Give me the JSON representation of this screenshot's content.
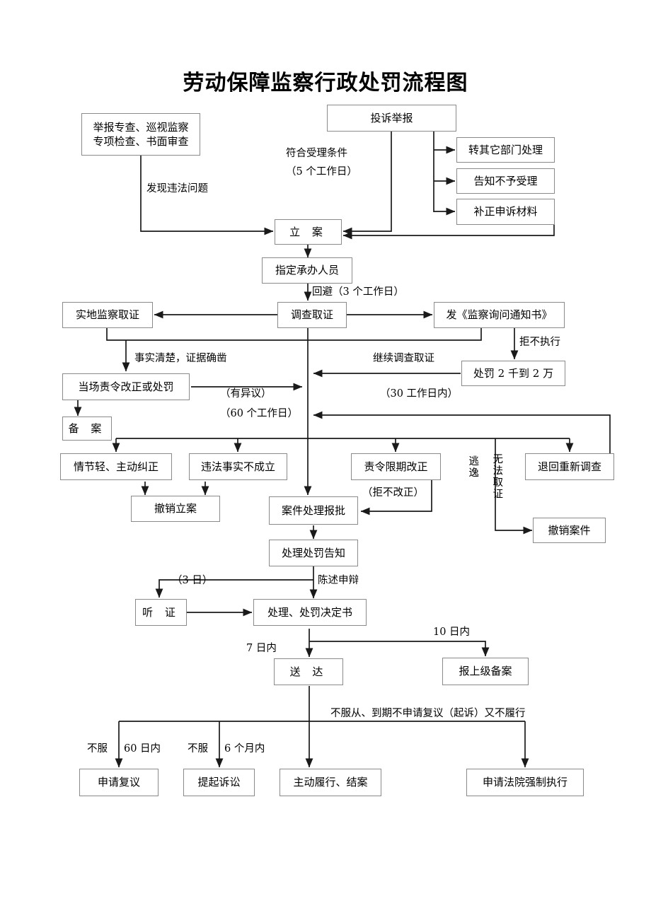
{
  "title": "劳动保障监察行政处罚流程图",
  "colors": {
    "box_border": "#8a8a8a",
    "line": "#1a1a1a",
    "background": "#ffffff",
    "text": "#000000"
  },
  "nodes": {
    "inspection_sources": "举报专查、巡视监察\n专项检查、书面审查",
    "complaint_report": "投诉举报",
    "transfer_other_dept": "转其它部门处理",
    "notify_not_accept": "告知不予受理",
    "supplement_materials": "补正申诉材料",
    "file_case": "立 案",
    "assign_handler": "指定承办人员",
    "investigate_evidence": "调查取证",
    "onsite_inspection": "实地监察取证",
    "send_inquiry_notice": "发《监察询问通知书》",
    "penalty_2k_to_20k": "处罚 2 千到 2 万",
    "onsite_order_correct": "当场责令改正或处罚",
    "record_filing": "备 案",
    "minor_self_correct": "情节轻、主动纠正",
    "illegal_fact_not_established": "违法事实不成立",
    "order_correct_deadline": "责令限期改正",
    "return_reinvestigate": "退回重新调查",
    "revoke_case_filing": "撤销立案",
    "case_approval": "案件处理报批",
    "revoke_case": "撤销案件",
    "penalty_notification": "处理处罚告知",
    "hearing": "听 证",
    "decision_document": "处理、处罚决定书",
    "service_delivery": "送 达",
    "report_superior_filing": "报上级备案",
    "apply_reconsideration": "申请复议",
    "file_lawsuit": "提起诉讼",
    "voluntary_perform_close": "主动履行、结案",
    "apply_court_enforcement": "申请法院强制执行"
  },
  "edge_labels": {
    "found_violation": "发现违法问题",
    "meets_conditions": "符合受理条件",
    "five_working_days": "（5 个工作日）",
    "recusal_three_days": "回避（3 个工作日）",
    "refuse_execute": "拒不执行",
    "facts_clear_evidence": "事实清楚，证据确凿",
    "continue_investigate": "继续调查取证",
    "has_objection": "（有异议）",
    "sixty_working_days": "（60 个工作日）",
    "within_30_working_days": "（30 工作日内）",
    "refuse_correct": "（拒不改正）",
    "abscond": "逃逸",
    "unable_obtain_evidence": "无法取证",
    "three_days": "（3 日）",
    "statement_defense": "陈述申辩",
    "within_7_days": "7 日内",
    "within_10_days": "10 日内",
    "disobey_no_reconsideration": "不服从、到期不申请复议（起诉）又不履行",
    "disobey_a": "不服",
    "within_60_days": "60 日内",
    "disobey_b": "不服",
    "within_6_months": "6 个月内"
  }
}
